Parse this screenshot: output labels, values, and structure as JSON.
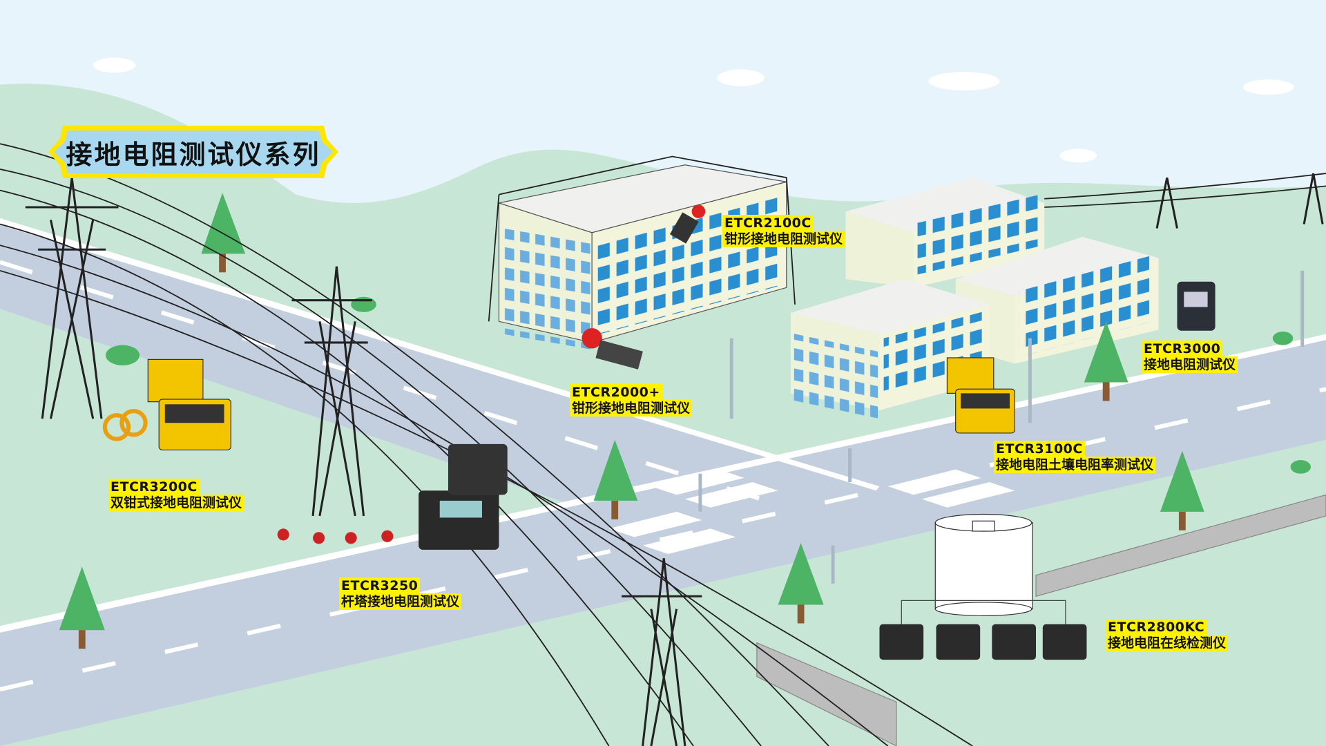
{
  "title": "接地电阻测试仪系列",
  "colors": {
    "sky": "#e8f4fb",
    "ground": "#c8e6d6",
    "road": "#c3cedf",
    "banner_border": "#ffe600",
    "banner_fill": "#a8d8f0",
    "highlight": "#fff200",
    "tree": "#4cb464",
    "window": "#2a8fd0"
  },
  "products": [
    {
      "model": "ETCR2100C",
      "name": "钳形接地电阻测试仪"
    },
    {
      "model": "ETCR2000+",
      "name": "钳形接地电阻测试仪"
    },
    {
      "model": "ETCR3200C",
      "name": "双钳式接地电阻测试仪"
    },
    {
      "model": "ETCR3250",
      "name": "杆塔接地电阻测试仪"
    },
    {
      "model": "ETCR3000",
      "name": "接地电阻测试仪"
    },
    {
      "model": "ETCR3100C",
      "name": "接地电阻土壤电阻率测试仪"
    },
    {
      "model": "ETCR2800KC",
      "name": "接地电阻在线检测仪"
    }
  ]
}
